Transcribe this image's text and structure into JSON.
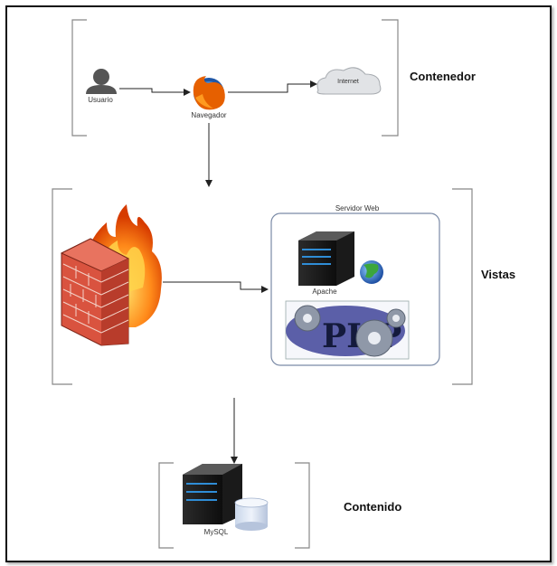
{
  "nodes": {
    "user": "Usuario",
    "browser": "Navegador",
    "internet": "Internet",
    "web_server_title": "Servidor Web",
    "apache": "Apache",
    "mysql": "MySQL"
  },
  "sections": {
    "top": "Contenedor",
    "middle": "Vistas",
    "bottom": "Contenido"
  }
}
